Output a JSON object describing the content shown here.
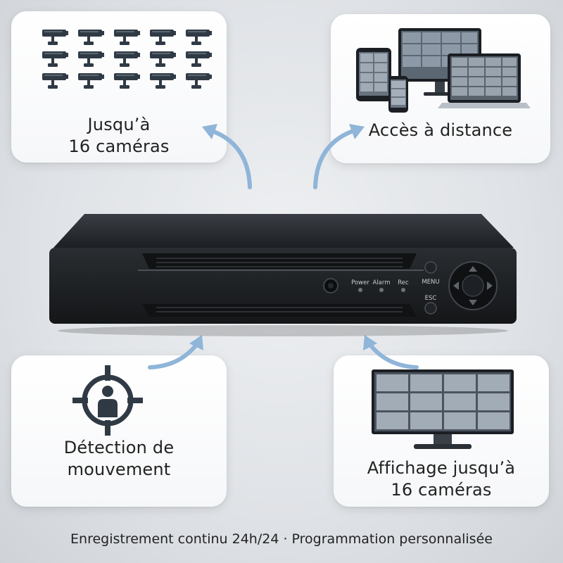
{
  "features": {
    "cameras": {
      "line1": "Jusqu’à",
      "line2": "16 caméras",
      "icon": "camera-icon"
    },
    "remote": {
      "label": "Accès à distance",
      "icon": "devices-icon"
    },
    "motion": {
      "line1": "Détection de",
      "line2": "mouvement",
      "icon": "motion-target-icon"
    },
    "display": {
      "line1": "Affichage jusqu’à",
      "line2": "16 caméras",
      "icon": "monitor-icon"
    }
  },
  "dvr": {
    "led_power": "Power",
    "led_alarm": "Alarm",
    "led_rec": "Rec",
    "menu_label": "MENU",
    "esc_label": "ESC"
  },
  "footer": "Enregistrement continu 24h/24 · Programmation personnalisée",
  "colors": {
    "arrow": "#8fb5d8",
    "icon_dark": "#2f3a45",
    "text": "#222222"
  }
}
